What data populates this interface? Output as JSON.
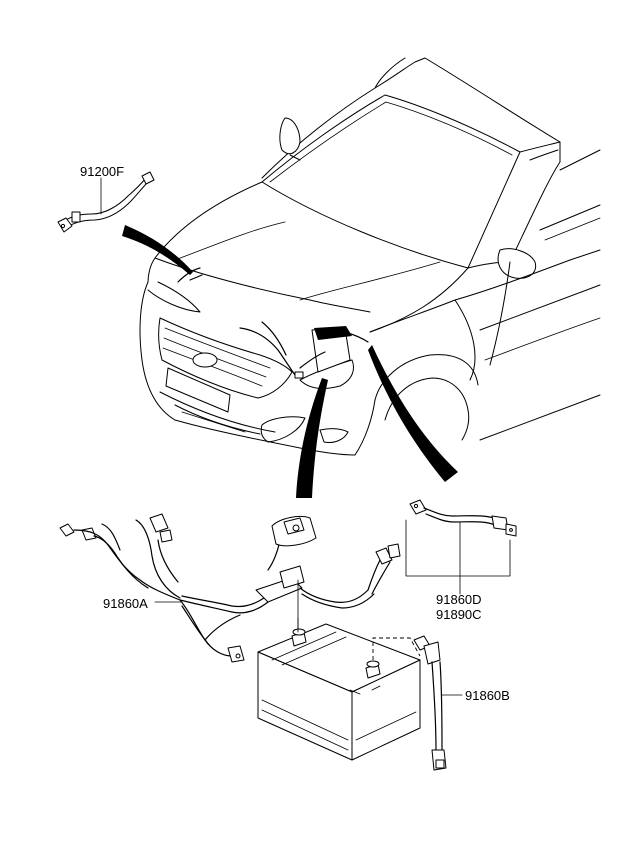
{
  "diagram": {
    "part_labels": {
      "ground_cable": "91200F",
      "main_harness": "91860A",
      "negative_cable": "91860D",
      "negative_cable_alt": "91890C",
      "positive_cable": "91860B"
    }
  }
}
